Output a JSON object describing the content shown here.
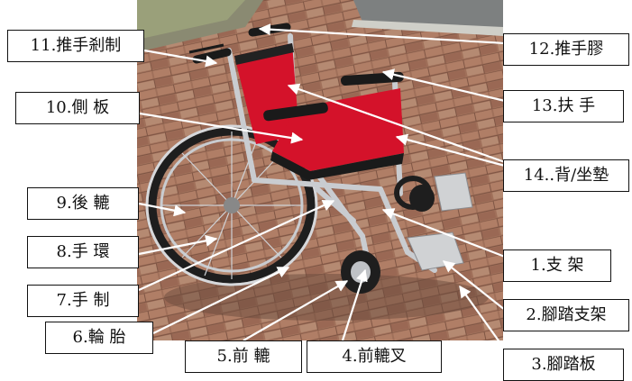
{
  "labels": {
    "push_handle_brake": "11.推手剎制",
    "side_panel": "10.側 板",
    "rear_wheel": "9.後 轆",
    "hand_rim": "8.手 環",
    "hand_brake": "7.手 制",
    "tire": "6.輪 胎",
    "front_wheel": "5.前 轆",
    "front_fork": "4.前轆叉",
    "footplate": "3.腳踏板",
    "footrest_bracket": "2.腳踏支架",
    "frame": "1.支 架",
    "back_seat_cushion": "14..背/坐墊",
    "armrest": "13.扶 手",
    "push_handle_grip": "12.推手膠"
  },
  "colors": {
    "seat_red": "#d4122a",
    "frame_silver": "#c9ccd0",
    "tire_black": "#1e1e1e",
    "paving": "#a0705a",
    "arrow": "#ffffff",
    "label_border": "#111111"
  }
}
